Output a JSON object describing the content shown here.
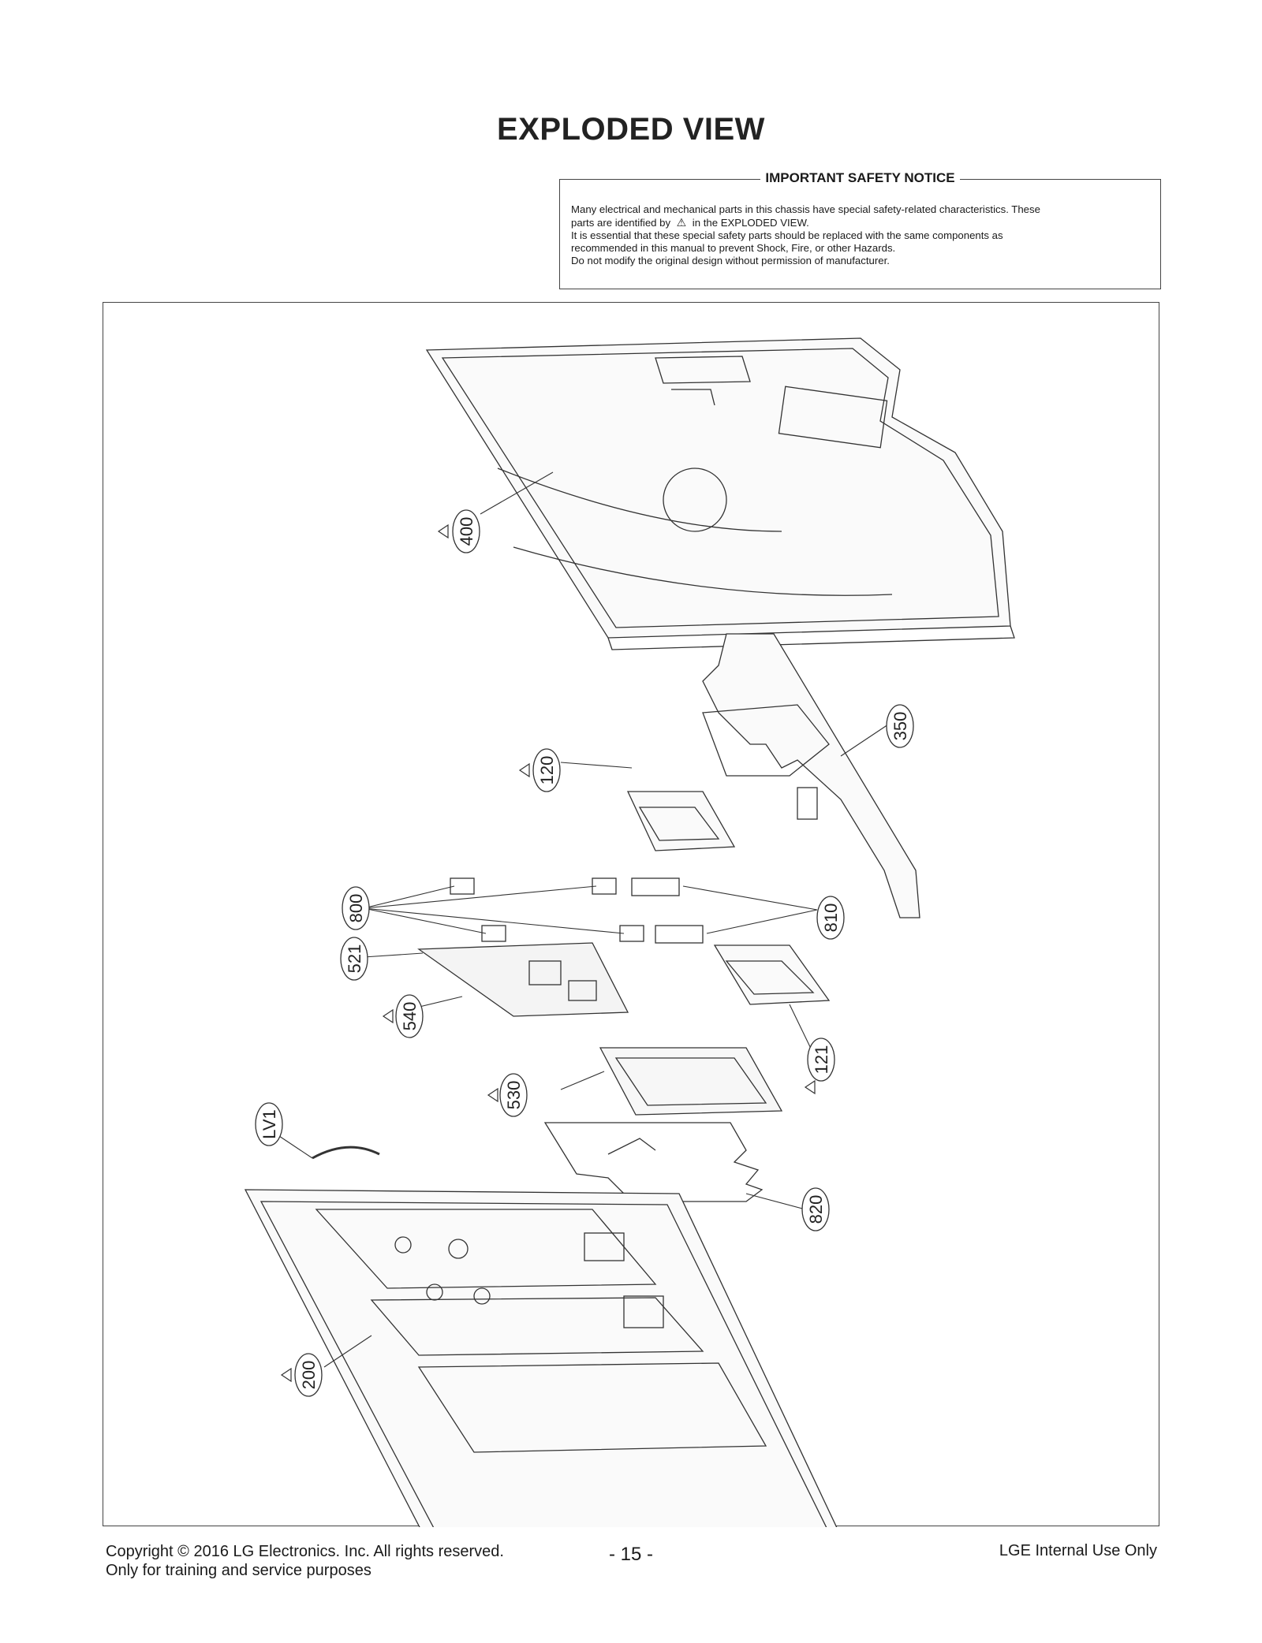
{
  "title": "EXPLODED VIEW",
  "notice": {
    "heading": "IMPORTANT SAFETY NOTICE",
    "line1": "Many electrical and mechanical parts in this chassis have special safety-related characteristics. These",
    "line2a": "parts are identified by",
    "line2b": "in the EXPLODED VIEW.",
    "line3": "It is essential that these special safety parts should be replaced with the same components as",
    "line4": "recommended in this manual to prevent Shock, Fire, or other Hazards.",
    "line5": "Do not modify the original design without permission of manufacturer."
  },
  "callouts": {
    "c400": "400",
    "c350": "350",
    "c120": "120",
    "c800": "800",
    "c810": "810",
    "c521": "521",
    "c540": "540",
    "c121": "121",
    "c530": "530",
    "cLV1": "LV1",
    "c820": "820",
    "c200": "200"
  },
  "footer": {
    "copyright": "Copyright  © 2016 LG Electronics. Inc. All rights reserved.",
    "training": "Only for training and service purposes",
    "page": "- 15 -",
    "internal": "LGE Internal Use Only"
  }
}
